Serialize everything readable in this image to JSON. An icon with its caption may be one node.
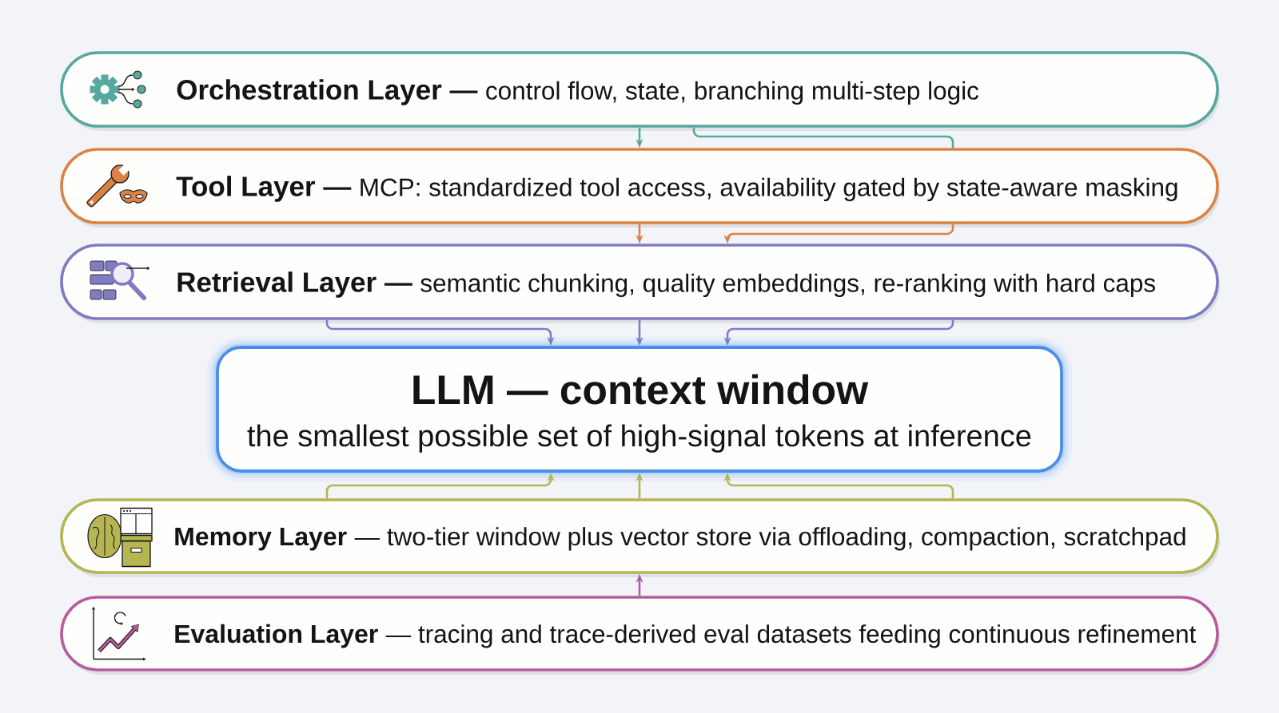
{
  "diagram": {
    "nodes": [
      {
        "text": [
          "Orchestration Layer —",
          "control flow, state, branching multi-step logic"
        ]
      },
      {
        "text": [
          "Tool Layer —",
          "MCP: standardized tool access, availability gated by state-aware masking"
        ]
      },
      {
        "text": [
          "Retrieval Layer —",
          "semantic chunking, quality embeddings, re-ranking with hard caps"
        ]
      },
      {
        "text": [
          "LLM — context window",
          "the smallest possible set of high-signal tokens at inference"
        ]
      },
      {
        "text": [
          "Memory Layer",
          "— two-tier window plus vector store via offloading, compaction, scratchpad"
        ]
      },
      {
        "text": [
          "Evaluation Layer",
          "— tracing and trace-derived eval datasets feeding continuous refinement"
        ]
      }
    ],
    "edges": [
      {
        "from": 0,
        "to": 1,
        "arrow": "to",
        "color": "#56a8a0"
      },
      {
        "from": 0,
        "to": 1,
        "arrow": "none",
        "color": "#56a8a0"
      },
      {
        "from": 1,
        "to": 2,
        "arrow": "to",
        "color": "#dc8246"
      },
      {
        "from": 1,
        "to": 2,
        "arrow": "to",
        "color": "#dc8246"
      },
      {
        "from": 2,
        "to": 3,
        "arrow": "to",
        "color": "#7f7cc4"
      },
      {
        "from": 2,
        "to": 3,
        "arrow": "to",
        "color": "#7f7cc4"
      },
      {
        "from": 2,
        "to": 3,
        "arrow": "to",
        "color": "#7f7cc4"
      },
      {
        "from": 4,
        "to": 3,
        "arrow": "to",
        "color": "#b5b552"
      },
      {
        "from": 4,
        "to": 3,
        "arrow": "to",
        "color": "#b5b552"
      },
      {
        "from": 4,
        "to": 3,
        "arrow": "to",
        "color": "#b5b552"
      },
      {
        "from": 5,
        "to": 4,
        "arrow": "to",
        "color": "#b65c9e"
      }
    ]
  }
}
